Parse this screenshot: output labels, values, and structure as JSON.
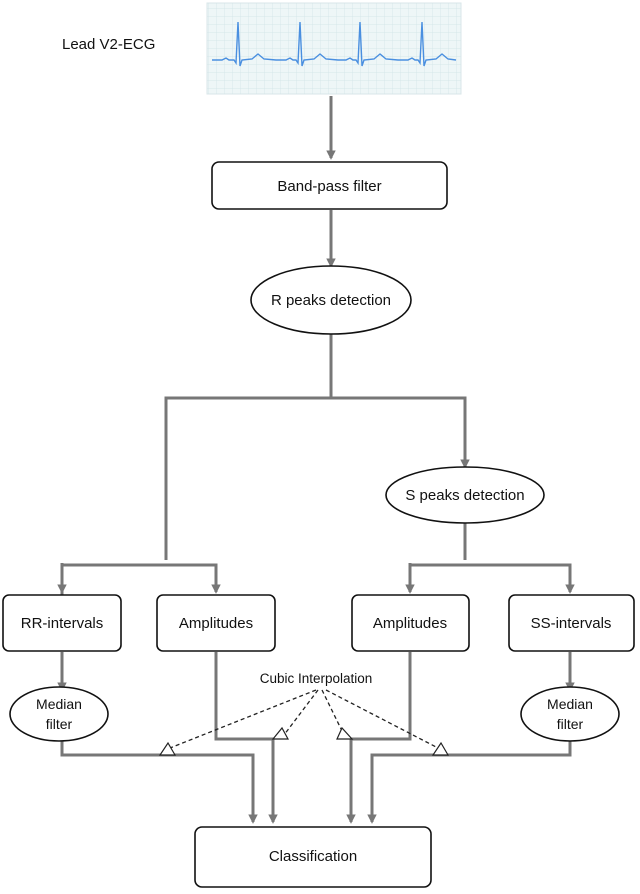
{
  "ecg_label": "Lead V2-ECG",
  "nodes": {
    "bandpass": "Band-pass filter",
    "r_peaks": "R peaks detection",
    "s_peaks": "S peaks detection",
    "rr_intervals": "RR-intervals",
    "amplitudes_r": "Amplitudes",
    "amplitudes_s": "Amplitudes",
    "ss_intervals": "SS-intervals",
    "median_left_line1": "Median",
    "median_left_line2": "filter",
    "median_right_line1": "Median",
    "median_right_line2": "filter",
    "classification": "Classification"
  },
  "annotation": "Cubic Interpolation",
  "colors": {
    "ecg_trace": "#4a8fe0",
    "ecg_grid": "#cfe3e6",
    "ecg_background": "#eef6f7",
    "connector": "#777777"
  }
}
